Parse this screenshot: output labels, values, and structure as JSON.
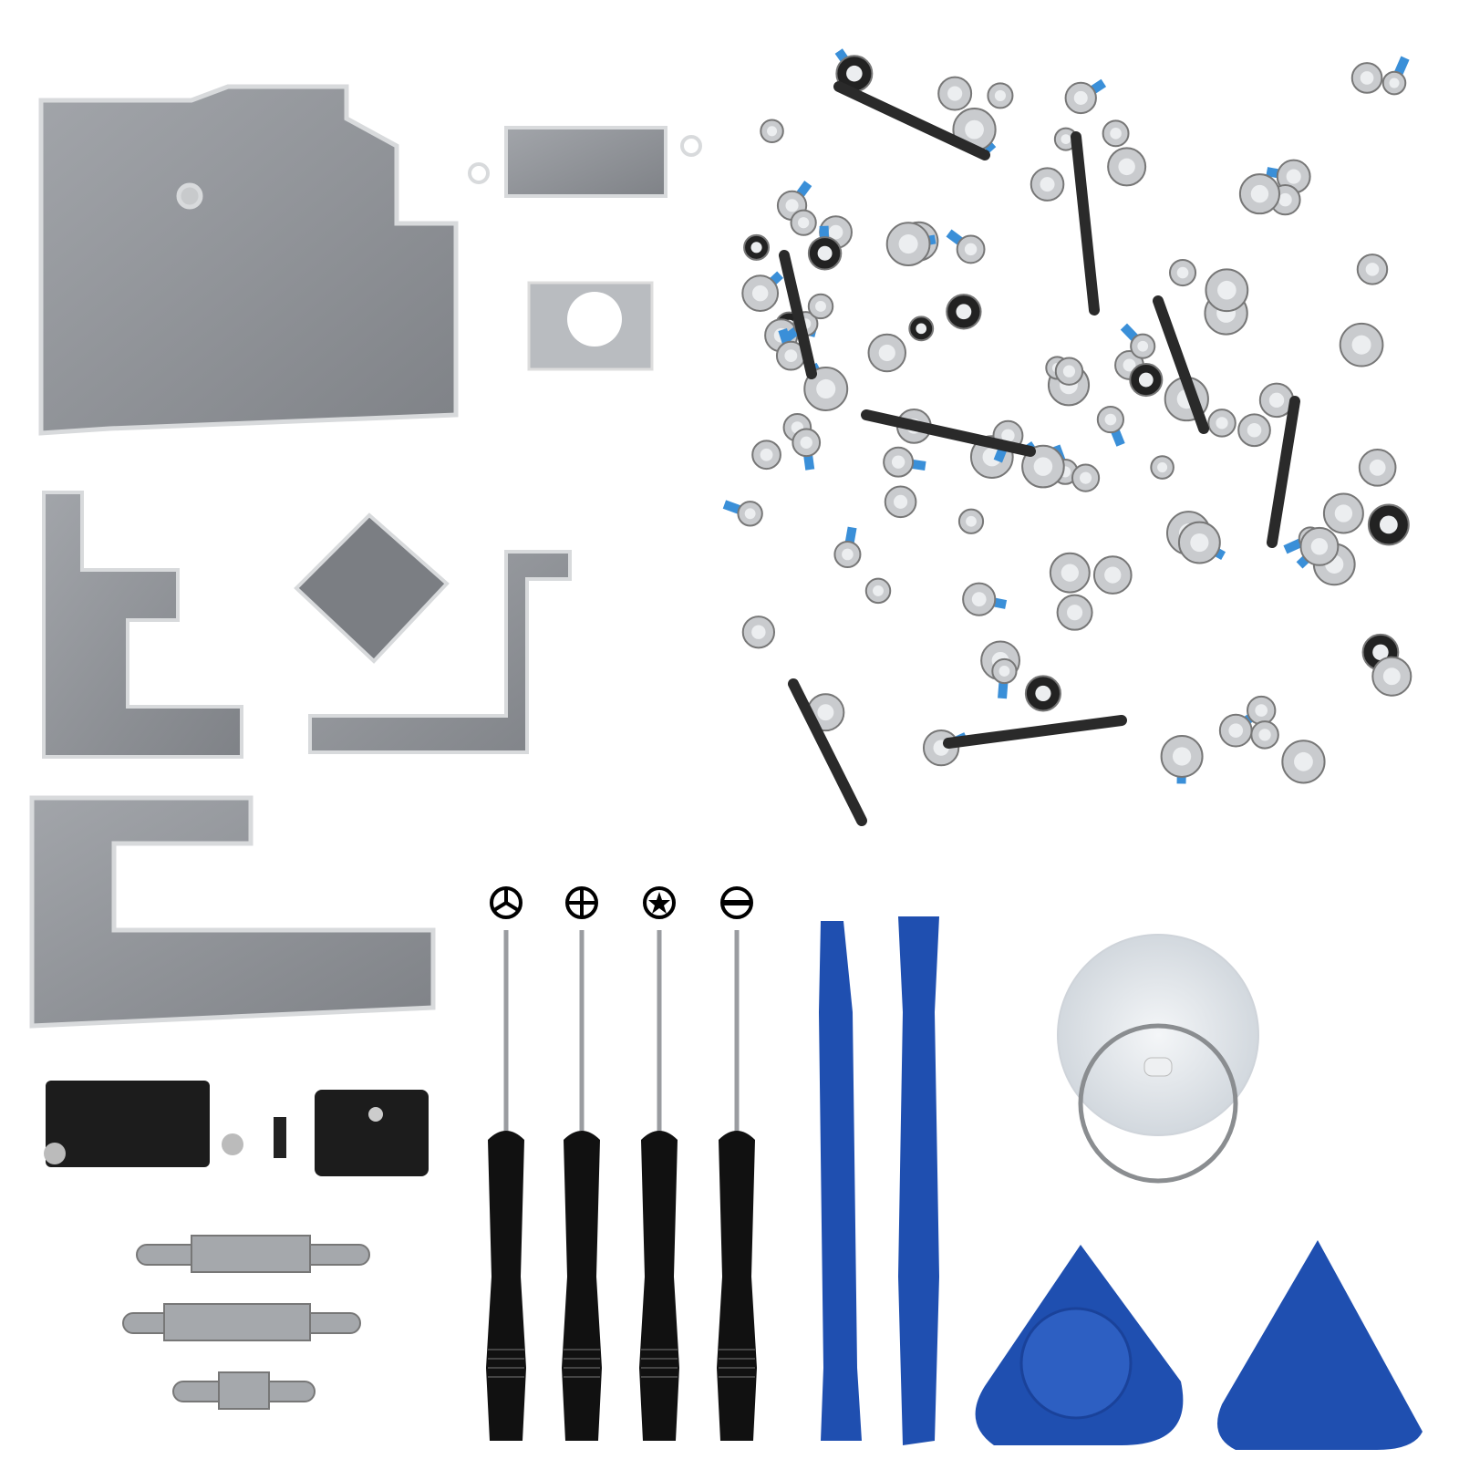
{
  "product": {
    "sections": [
      "metal-brackets",
      "screws",
      "screwdrivers",
      "pry-tools",
      "suction-cup",
      "picks"
    ]
  },
  "screwdrivers": [
    {
      "tip": "tri-wing",
      "icon": "tri-wing-icon"
    },
    {
      "tip": "phillips",
      "icon": "phillips-icon"
    },
    {
      "tip": "pentalobe",
      "icon": "pentalobe-icon"
    },
    {
      "tip": "flathead",
      "icon": "flathead-icon"
    }
  ],
  "colors": {
    "background": "#ffffff",
    "metal": "#8e9196",
    "metal_edge": "#d4d6d8",
    "handle": "#111111",
    "tool_blue": "#1f4fb0",
    "screw_blue": "#3a8fd8",
    "suction_cup": "#e6eaee"
  }
}
